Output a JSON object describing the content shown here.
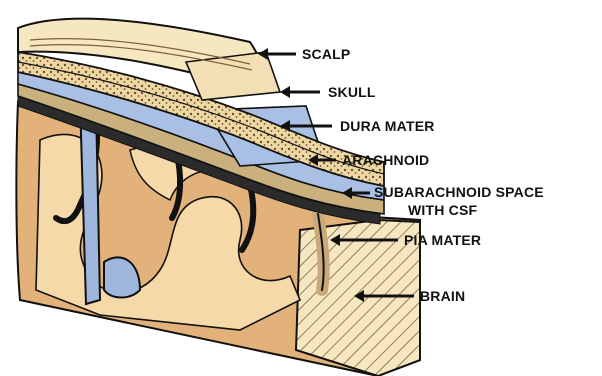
{
  "labels": {
    "scalp": "SCALP",
    "skull": "SKULL",
    "dura_mater": "DURA MATER",
    "arachnoid": "ARACHNOID",
    "subarachnoid_line1": "SUBARACHNOID SPACE",
    "subarachnoid_line2": "WITH CSF",
    "pia_mater": "PIA MATER",
    "brain": "BRAIN"
  },
  "colors": {
    "outline": "#111111",
    "scalp": "#f6e7c0",
    "skull": "#f2dfb4",
    "dura_mater": "#a9bfe3",
    "arachnoid": "#c9b07c",
    "subarachnoid": "#2b2b2b",
    "pia_mater": "#c9a97a",
    "brain_gray": "#e3b27a",
    "brain_white": "#f6d9a8",
    "falx": "#9fb7dc"
  }
}
